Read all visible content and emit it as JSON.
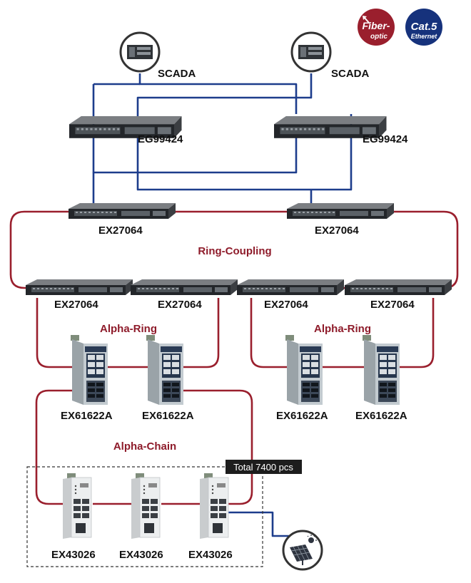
{
  "legend": {
    "fiber": {
      "line1": "Fiber-",
      "line2": "optic",
      "color": "#9a1f2d"
    },
    "cat5": {
      "line1": "Cat.5",
      "line2": "Ethernet",
      "color": "#16327c"
    }
  },
  "scada": {
    "left_label": "SCADA",
    "right_label": "SCADA",
    "icon": "server-icon"
  },
  "core_switches": [
    "EG99424",
    "EG99424"
  ],
  "coupling_switches": [
    "EX27064",
    "EX27064"
  ],
  "ring_coupling_label": "Ring-Coupling",
  "ring_switches": [
    "EX27064",
    "EX27064",
    "EX27064",
    "EX27064"
  ],
  "alpha_rings": [
    "Alpha-Ring",
    "Alpha-Ring"
  ],
  "din_switches": [
    "EX61622A",
    "EX61622A",
    "EX61622A",
    "EX61622A"
  ],
  "alpha_chain_label": "Alpha-Chain",
  "total_label": "Total 7400 pcs",
  "edge_switches": [
    "EX43026",
    "EX43026",
    "EX43026"
  ],
  "end_device": {
    "icon": "solar-panel-icon"
  }
}
